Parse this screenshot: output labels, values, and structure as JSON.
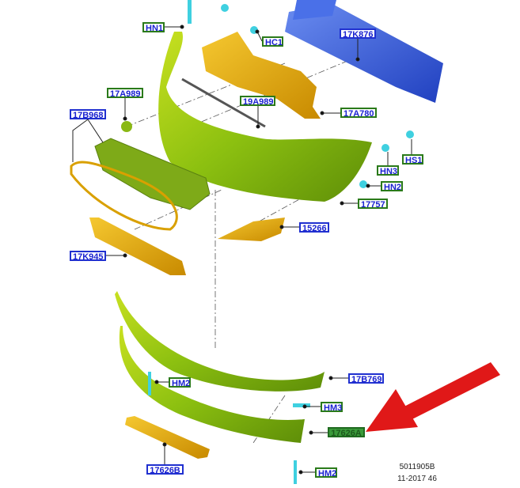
{
  "labels": {
    "hn1": "HN1",
    "hc1": "HC1",
    "k876": "17K876",
    "a989": "17A989",
    "a19989": "19A989",
    "a780": "17A780",
    "b968": "17B968",
    "hs1": "HS1",
    "hn3": "HN3",
    "hn2": "HN2",
    "p17757": "17757",
    "p15266": "15266",
    "k945": "17K945",
    "b769": "17B769",
    "hm2a": "HM2",
    "hm3": "HM3",
    "p17626a": "17626A",
    "p17626b": "17626B",
    "hm2b": "HM2"
  },
  "meta": {
    "diagram_number": "5011905B",
    "date_code": "11-2017 46"
  },
  "colors": {
    "bumper": "#9ccc12",
    "brackets": "#e6a800",
    "reinforcement": "#3b62dd",
    "clips": "#3fd0e0",
    "arrow": "#e01818"
  }
}
